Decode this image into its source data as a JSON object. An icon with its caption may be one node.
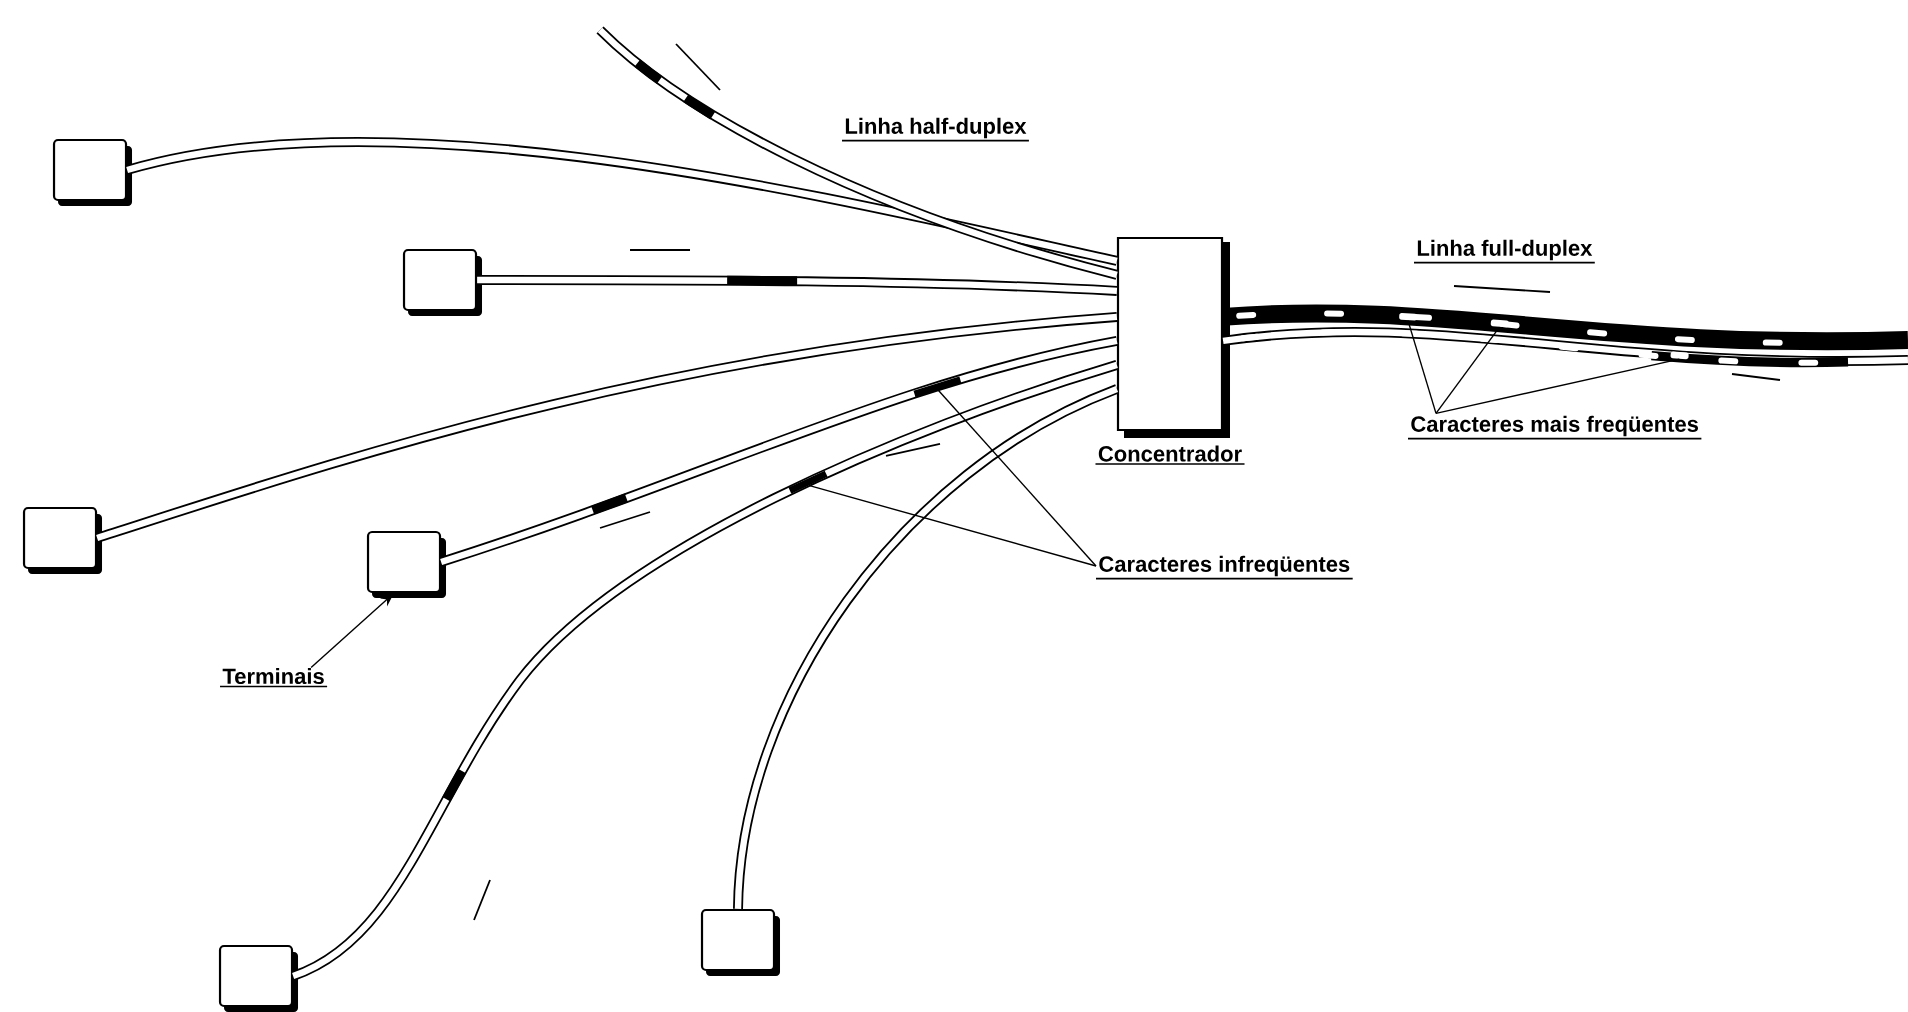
{
  "diagram": {
    "nodes": [
      {
        "text": [],
        "shape": "box"
      },
      {
        "text": [],
        "shape": "box"
      },
      {
        "text": [],
        "shape": "box"
      },
      {
        "text": [],
        "shape": "box"
      },
      {
        "text": [],
        "shape": "box"
      },
      {
        "text": [],
        "shape": "box"
      },
      {
        "text": [
          "Concentrador"
        ]
      },
      {
        "text": [
          "Terminais"
        ]
      },
      {
        "text": [
          "Caracteres infreqüentes"
        ]
      },
      {
        "text": [
          "Caracteres mais freqüentes"
        ]
      },
      {
        "text": [],
        "shape": "bar"
      },
      {
        "text": [],
        "shape": "bar"
      },
      {
        "text": [],
        "shape": "bar"
      },
      {
        "text": [],
        "shape": "bar"
      },
      {
        "text": [],
        "shape": "bar"
      }
    ],
    "edges": [
      {
        "from": 0,
        "to": 6,
        "arrow": "none"
      },
      {
        "from": null,
        "to": 6,
        "arrow": "none"
      },
      {
        "from": 1,
        "to": 6,
        "arrow": "none"
      },
      {
        "from": 2,
        "to": 6,
        "arrow": "none"
      },
      {
        "from": 3,
        "to": 6,
        "arrow": "none"
      },
      {
        "from": 4,
        "to": 6,
        "arrow": "none"
      },
      {
        "from": 5,
        "to": 6,
        "arrow": "none"
      },
      {
        "from": 6,
        "to": null,
        "arrow": "none",
        "style": "thick"
      },
      {
        "from": 6,
        "to": null,
        "arrow": "none"
      },
      {
        "from": 7,
        "to": 3,
        "arrow": "to"
      },
      {
        "from": 8,
        "to": 10,
        "arrow": "none"
      },
      {
        "from": 8,
        "to": 11,
        "arrow": "none"
      },
      {
        "from": 9,
        "to": 12,
        "arrow": "none"
      },
      {
        "from": 9,
        "to": 13,
        "arrow": "none"
      },
      {
        "from": 9,
        "to": 14,
        "arrow": "none"
      }
    ],
    "labels": [
      "Linha half-duplex",
      "Linha full-duplex"
    ]
  }
}
